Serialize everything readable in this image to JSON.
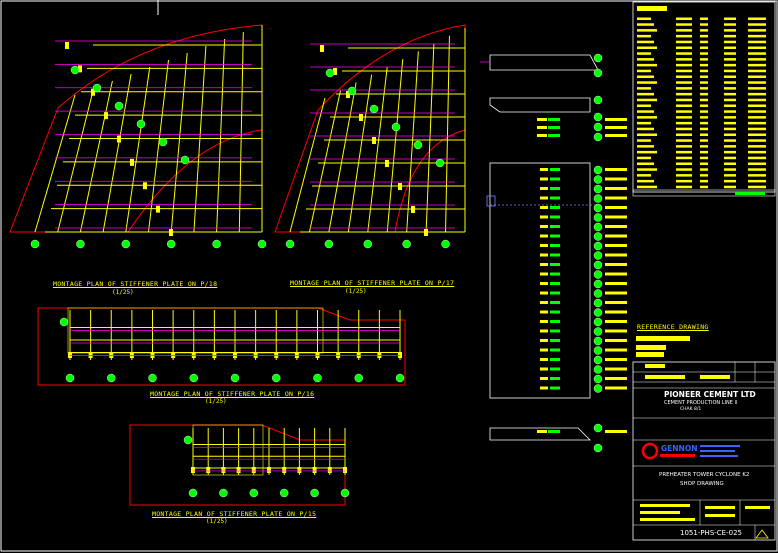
{
  "drawing": {
    "views": [
      {
        "title": "MONTAGE PLAN OF STIFFENER PLATE ON P/18",
        "scale": "(1/25)"
      },
      {
        "title": "MONTAGE PLAN OF STIFFENER PLATE ON P/17",
        "scale": "(1/25)"
      },
      {
        "title": "MONTAGE PLAN OF STIFFENER PLATE ON P/16",
        "scale": "(1/25)"
      },
      {
        "title": "MONTAGE PLAN OF STIFFENER PLATE ON P/15",
        "scale": "(1/25)"
      }
    ],
    "reference_title": "REFERENCE DRAWING",
    "client_name": "PIONEER CEMENT LTD",
    "client_sub": "CEMENT PRODUCTION LINE II",
    "client_sub2": "CHAK 8/1",
    "company": "GENNON",
    "drawing_title_1": "PREHEATER TOWER CYCLONE K2",
    "drawing_title_2": "SHOP DRAWING",
    "drawing_number": "1051-PHS-CE-025",
    "colors": {
      "background": "#000000",
      "outline": "#ff0000",
      "stiffener": "#ffff00",
      "dimension": "#ff00ff",
      "bubble": "#00ff00",
      "frame": "#ffffff"
    }
  }
}
